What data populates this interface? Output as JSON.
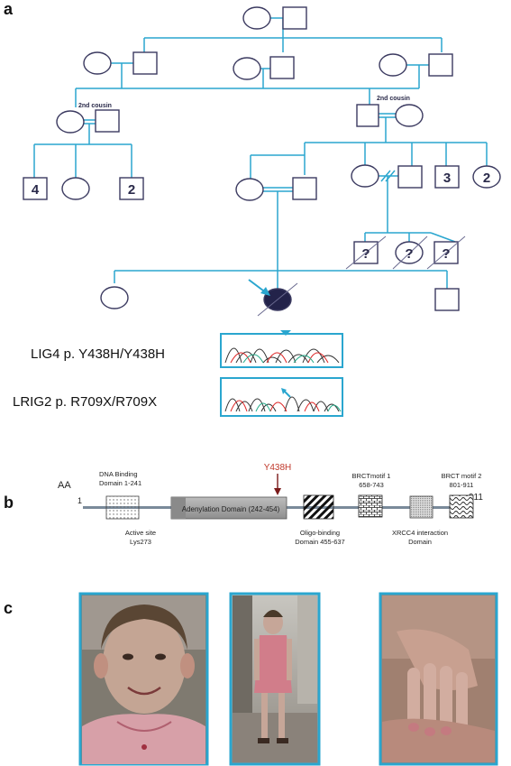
{
  "panels": {
    "a": "a",
    "b": "b",
    "c": "c"
  },
  "pedigree": {
    "cousin_left": "2nd cousin",
    "cousin_right": "2nd cousin",
    "sibling_counts": [
      "4",
      "2",
      "3",
      "2"
    ],
    "unknown_mark": "?",
    "colors": {
      "line": "#2aa6cf",
      "shape": "#3b3a60",
      "proband": "#23234a"
    }
  },
  "mutations": [
    {
      "label": "LIG4 p. Y438H/Y438H"
    },
    {
      "label": "LRIG2 p. R709X/R709X"
    }
  ],
  "protein": {
    "aa_label": "AA",
    "start": "1",
    "end": "911",
    "mutation": "Y438H",
    "dna_binding": [
      "DNA Binding",
      "Domain 1-241"
    ],
    "active_site": [
      "Active site",
      "Lys273"
    ],
    "adenylation": "Adenylation Domain (242-454)",
    "oligo": [
      "Oligo-binding",
      "Domain 455-637"
    ],
    "brct1": [
      "BRCTmotif 1",
      "658-743"
    ],
    "xrcc4": [
      "XRCC4 interaction",
      "Domain"
    ],
    "brct2": [
      "BRCT motif 2",
      "801-911"
    ]
  },
  "photos": [
    {
      "subject": "face-portrait"
    },
    {
      "subject": "full-body"
    },
    {
      "subject": "hand"
    }
  ]
}
